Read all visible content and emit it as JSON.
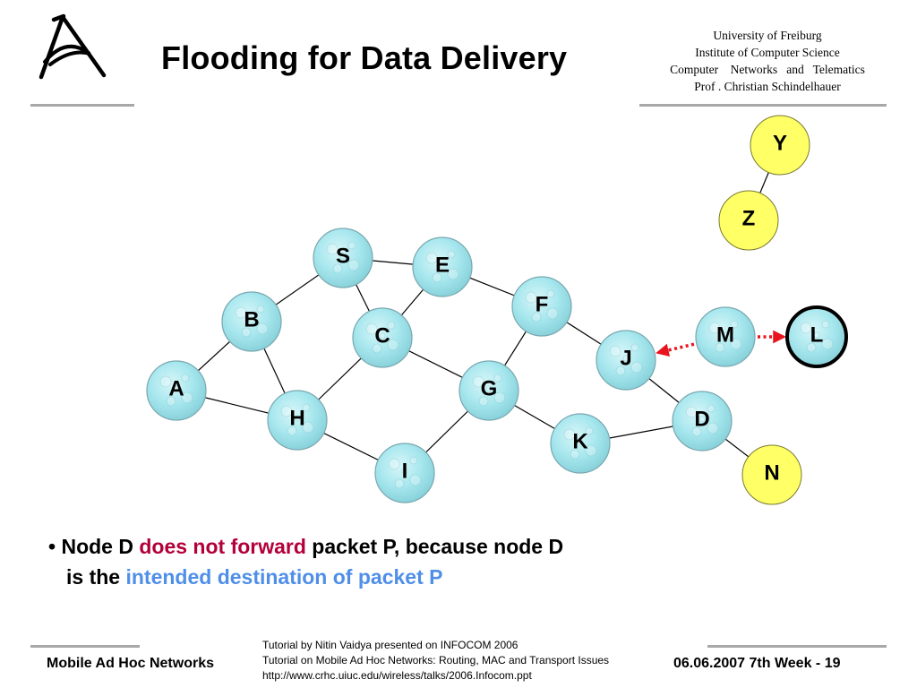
{
  "header": {
    "title": "Flooding for Data Delivery",
    "institution": [
      "University of Freiburg",
      "Institute of Computer Science",
      "Computer    Networks   and   Telematics",
      "Prof . Christian Schindelhauer"
    ]
  },
  "logo": {
    "icon": "freiburg-a-logo-icon"
  },
  "graph": {
    "nodes": [
      {
        "id": "S",
        "label": "S",
        "style": "bubble"
      },
      {
        "id": "E",
        "label": "E",
        "style": "bubble"
      },
      {
        "id": "F",
        "label": "F",
        "style": "bubble"
      },
      {
        "id": "B",
        "label": "B",
        "style": "bubble"
      },
      {
        "id": "C",
        "label": "C",
        "style": "bubble"
      },
      {
        "id": "M",
        "label": "M",
        "style": "bubble"
      },
      {
        "id": "L",
        "label": "L",
        "style": "bubble-bold"
      },
      {
        "id": "J",
        "label": "J",
        "style": "bubble"
      },
      {
        "id": "A",
        "label": "A",
        "style": "bubble"
      },
      {
        "id": "G",
        "label": "G",
        "style": "bubble"
      },
      {
        "id": "H",
        "label": "H",
        "style": "bubble"
      },
      {
        "id": "D",
        "label": "D",
        "style": "bubble"
      },
      {
        "id": "K",
        "label": "K",
        "style": "bubble"
      },
      {
        "id": "I",
        "label": "I",
        "style": "bubble"
      },
      {
        "id": "N",
        "label": "N",
        "style": "yellow"
      },
      {
        "id": "Y",
        "label": "Y",
        "style": "yellow"
      },
      {
        "id": "Z",
        "label": "Z",
        "style": "yellow"
      }
    ],
    "edges": [
      [
        "Y",
        "Z"
      ],
      [
        "S",
        "E"
      ],
      [
        "S",
        "B"
      ],
      [
        "S",
        "C"
      ],
      [
        "E",
        "C"
      ],
      [
        "E",
        "F"
      ],
      [
        "F",
        "J"
      ],
      [
        "F",
        "G"
      ],
      [
        "B",
        "A"
      ],
      [
        "B",
        "H"
      ],
      [
        "C",
        "H"
      ],
      [
        "C",
        "G"
      ],
      [
        "A",
        "H"
      ],
      [
        "H",
        "I"
      ],
      [
        "G",
        "I"
      ],
      [
        "G",
        "K"
      ],
      [
        "J",
        "D"
      ],
      [
        "K",
        "D"
      ],
      [
        "D",
        "N"
      ]
    ],
    "arrows": [
      {
        "from": "M",
        "to": "J",
        "style": "red-dotted"
      },
      {
        "from": "M",
        "to": "L",
        "style": "red-dotted"
      }
    ],
    "colors": {
      "bubble_fill": "#a7e7ee",
      "bubble_stroke": "#7aa8b0",
      "yellow_fill": "#ffff66",
      "edge": "#000000",
      "arrow": "#e8141e"
    }
  },
  "bullet": {
    "marker": "•",
    "line1_a": " Node D ",
    "line1_highlight": "does not forward",
    "line1_b": " packet P, because node D",
    "line2_a": "is the ",
    "line2_highlight": "intended destination of packet P"
  },
  "footer": {
    "left": "Mobile Ad Hoc Networks",
    "source_lines": [
      "Tutorial by Nitin Vaidya presented on INFOCOM 2006",
      "Tutorial on Mobile Ad Hoc Networks: Routing, MAC and Transport Issues",
      "http://www.crhc.uiuc.edu/wireless/talks/2006.Infocom.ppt"
    ],
    "right": "06.06.2007 7th Week - 19"
  }
}
